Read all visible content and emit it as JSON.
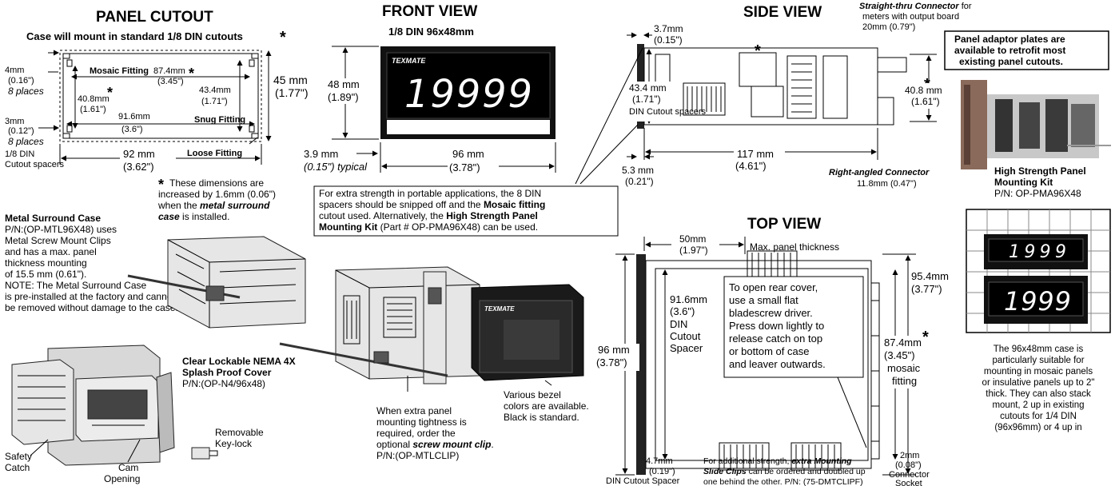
{
  "colors": {
    "ink": "#000000",
    "display_bezel": "#111111",
    "display_digits": "#ffffff",
    "panel_photo": "#8a6a5a",
    "box_border": "#000000"
  },
  "panel_cutout": {
    "heading": "PANEL CUTOUT",
    "subtitle": "Case will mount in standard 1/8 DIN cutouts",
    "star": "*",
    "dim_4mm": "4mm",
    "dim_4mm_in": "(0.16\")",
    "places_1": "8 places",
    "dim_3mm": "3mm",
    "dim_3mm_in": "(0.12\")",
    "places_2": "8 places",
    "spacers_1": "1/8 DIN",
    "spacers_2": "Cutout spacers",
    "mosaic_label": "Mosaic Fitting",
    "dim_874": "87.4mm",
    "dim_874_in": "(3.45\")",
    "dim_408": "40.8mm",
    "dim_408_in": "(1.61\")",
    "dim_434": "43.4mm",
    "dim_434_in": "(1.71\")",
    "dim_916": "91.6mm",
    "dim_916_in": "(3.6\")",
    "snug_label": "Snug Fitting",
    "dim_45": "45 mm",
    "dim_45_in": "(1.77\")",
    "dim_92": "92 mm",
    "dim_92_in": "(3.62\")",
    "loose_label": "Loose Fitting"
  },
  "star_note": {
    "line1": "These dimensions are",
    "line2": "increased by 1.6mm (0.06\")",
    "line3_pre": "when the ",
    "line3_em": "metal surround",
    "line4_em": "case",
    "line4_post": " is installed."
  },
  "front_view": {
    "heading": "FRONT VIEW",
    "subtitle": "1/8 DIN 96x48mm",
    "brand": "TEXMATE",
    "display_value": "19999",
    "dim_48": "48 mm",
    "dim_48_in": "(1.89\")",
    "dim_96": "96 mm",
    "dim_96_in": "(3.78\")",
    "dim_39": "3.9 mm",
    "dim_39_in": "(0.15\") typical"
  },
  "side_view": {
    "heading": "SIDE VIEW",
    "straight_title": "Straight-thru Connector",
    "straight_suffix": " for",
    "straight_line2": "meters with output board",
    "straight_line3": "20mm (0.79\")",
    "dim_37": "3.7mm",
    "dim_37_in": "(0.15\")",
    "dim_434": "43.4 mm",
    "dim_434_in": "(1.71\")",
    "spacers": "DIN Cutout spacers",
    "dim_408": "40.8 mm",
    "dim_408_in": "(1.61\")",
    "dim_53": "5.3 mm",
    "dim_53_in": "(0.21\")",
    "dim_117": "117 mm",
    "dim_117_in": "(4.61\")",
    "right_angled": "Right-angled Connector",
    "right_angled_dim": "11.8mm (0.47\")"
  },
  "info_box": {
    "line1": "For extra strength in portable applications, the 8 DIN",
    "line2_pre": "spacers should be snipped off and the ",
    "line2_bold": "Mosaic fitting",
    "line3_pre": "cutout used.  Alternatively, the ",
    "line3_bold": "High Strength Panel",
    "line4_bold": "Mounting Kit",
    "line4_post": " (Part # OP-PMA96X48) can be used."
  },
  "adaptor": {
    "box_line1": "Panel adaptor plates are",
    "box_line2": "available to retrofit most",
    "box_line3": "existing panel cutouts.",
    "kit_line1": "High Strength Panel",
    "kit_line2": "Mounting Kit",
    "kit_pn": "P/N: OP-PMA96X48"
  },
  "metal_case": {
    "title": "Metal Surround Case",
    "line1": "P/N:(OP-MTL96X48) uses",
    "line2": "Metal Screw Mount Clips",
    "line3": "and has a max. panel",
    "line4": "thickness mounting",
    "line5": "of 15.5 mm (0.61\").",
    "note1": "NOTE: The Metal Surround Case",
    "note2": "is pre-installed at the factory and cannot",
    "note3": "be removed without damage to the case."
  },
  "nema": {
    "title1": "Clear Lockable NEMA 4X",
    "title2": "Splash Proof Cover",
    "pn": "P/N:(OP-N4/96x48)",
    "keylock1": "Removable",
    "keylock2": "Key-lock",
    "safety1": "Safety",
    "safety2": "Catch",
    "cam1": "Cam",
    "cam2": "Opening"
  },
  "screw_clip": {
    "line1": "When extra panel",
    "line2": "mounting tightness is",
    "line3": "required, order the",
    "line4_pre": "optional ",
    "line4_em": "screw mount clip",
    "line4_post": ".",
    "pn": "P/N:(OP-MTLCLIP)"
  },
  "bezel": {
    "line1": "Various bezel",
    "line2": "colors are available.",
    "line3": "Black is standard."
  },
  "top_view": {
    "heading": "TOP VIEW",
    "dim_50": "50mm",
    "dim_50_in": "(1.97\")",
    "max_panel": "Max. panel thickness",
    "dim_916": "91.6mm",
    "dim_916_in": "(3.6\")",
    "din1": "DIN",
    "din2": "Cutout",
    "din3": "Spacer",
    "dim_96": "96 mm",
    "dim_96_in": "(3.78\")",
    "dim_954": "95.4mm",
    "dim_954_in": "(3.77\")",
    "dim_874": "87.4mm",
    "dim_874_in": "(3.45\")",
    "mosaic1": "mosaic",
    "mosaic2": "fitting",
    "rear1": "To open rear cover,",
    "rear2": "use a small flat",
    "rear3": "bladescrew driver.",
    "rear4": "Press down lightly to",
    "rear5": "release catch on top",
    "rear6": "or bottom of case",
    "rear7": "and leaver outwards.",
    "dim_47": "4.7mm",
    "dim_47_in": "(0.19\")",
    "spacer": "DIN Cutout Spacer",
    "clips_pre": "For additional strength, ",
    "clips_em": "extra Mounting",
    "clips2_em": "Slide Clips",
    "clips2_post": " can be ordered and doubled up",
    "clips3": "one behind the other. P/N: (75-DMTCLIPF)",
    "dim_2": "2mm",
    "dim_2_in": "(0.08\")",
    "conn1": "Connector",
    "conn2": "Socket"
  },
  "mosaic_panel": {
    "value_top": "1999",
    "value_bottom": "1999",
    "text1": "The 96x48mm case is",
    "text2": "particularly suitable for",
    "text3": "mounting in mosaic panels",
    "text4": "or insulative panels up to 2\"",
    "text5": "thick. They can also stack",
    "text6": "mount, 2 up in existing",
    "text7": "cutouts for 1/4 DIN",
    "text8": "(96x96mm) or 4 up in"
  }
}
